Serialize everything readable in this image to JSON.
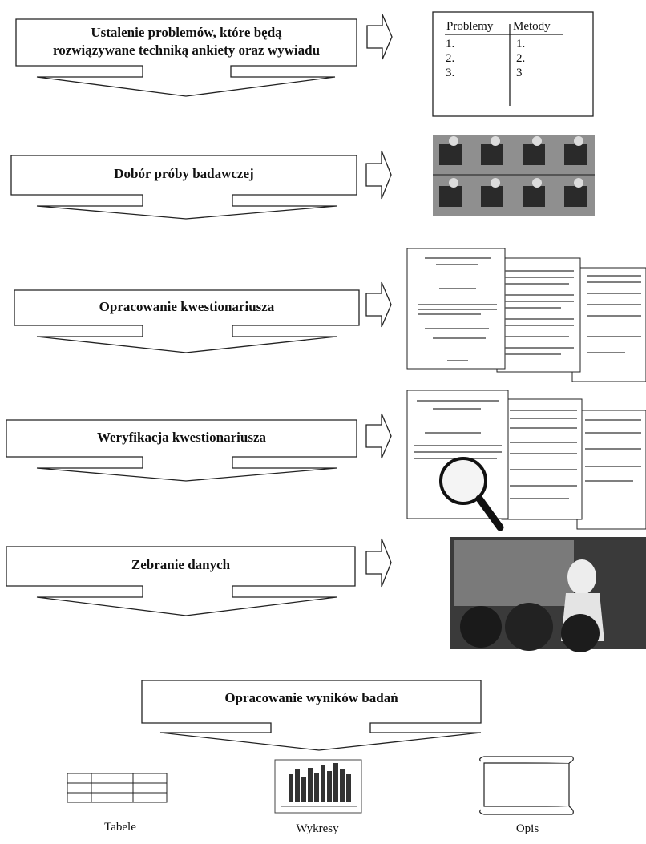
{
  "steps": [
    {
      "label_line1": "Ustalenie problemów, które będą",
      "label_line2": "rozwiązywane techniką ankiety oraz wywiadu"
    },
    {
      "label": "Dobór próby badawczej"
    },
    {
      "label": "Opracowanie kwestionariusza"
    },
    {
      "label": "Weryfikacja kwestionariusza"
    },
    {
      "label": "Zebranie danych"
    }
  ],
  "final_step": {
    "label": "Opracowanie wyników badań"
  },
  "problems_table": {
    "col1_header": "Problemy",
    "col2_header": "Metody",
    "col1": [
      "1.",
      "2.",
      "3."
    ],
    "col2": [
      "1.",
      "2.",
      "3"
    ]
  },
  "outputs": {
    "tables": "Tabele",
    "charts": "Wykresy",
    "description": "Opis"
  }
}
